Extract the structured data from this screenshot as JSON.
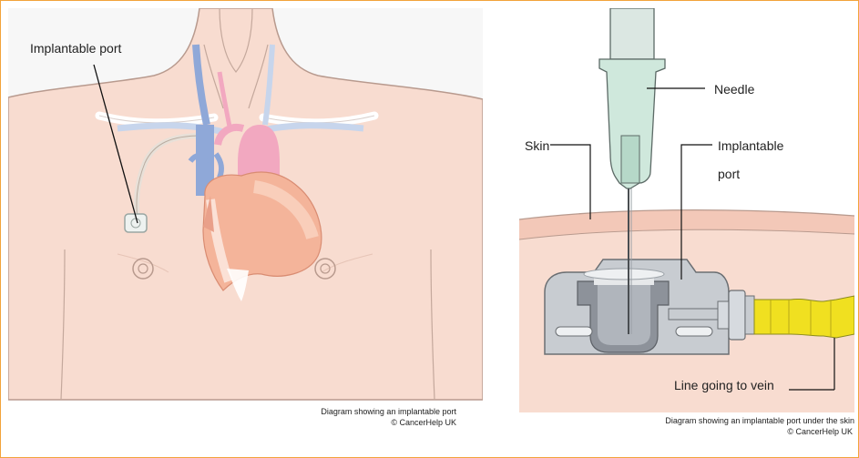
{
  "left_diagram": {
    "label_port": "Implantable port",
    "caption_line1": "Diagram showing an implantable port",
    "caption_line2": "© CancerHelp UK"
  },
  "right_diagram": {
    "label_needle": "Needle",
    "label_skin": "Skin",
    "label_port_line1": "Implantable",
    "label_port_line2": "port",
    "label_line": "Line going to vein",
    "caption_line1": "Diagram showing an implantable port under the skin",
    "caption_line2": "© CancerHelp UK"
  },
  "colors": {
    "frame_border": "#f2a33a",
    "skin": "#f8dcd0",
    "skin_outline": "#b89a8e",
    "port_body": "#c8ccd1",
    "needle_hub": "#cfe8dc",
    "tube_yellow": "#f0e020",
    "heart": "#f4b49a",
    "vessel_pink": "#f2a8c0",
    "vessel_blue": "#8fa8d8"
  }
}
